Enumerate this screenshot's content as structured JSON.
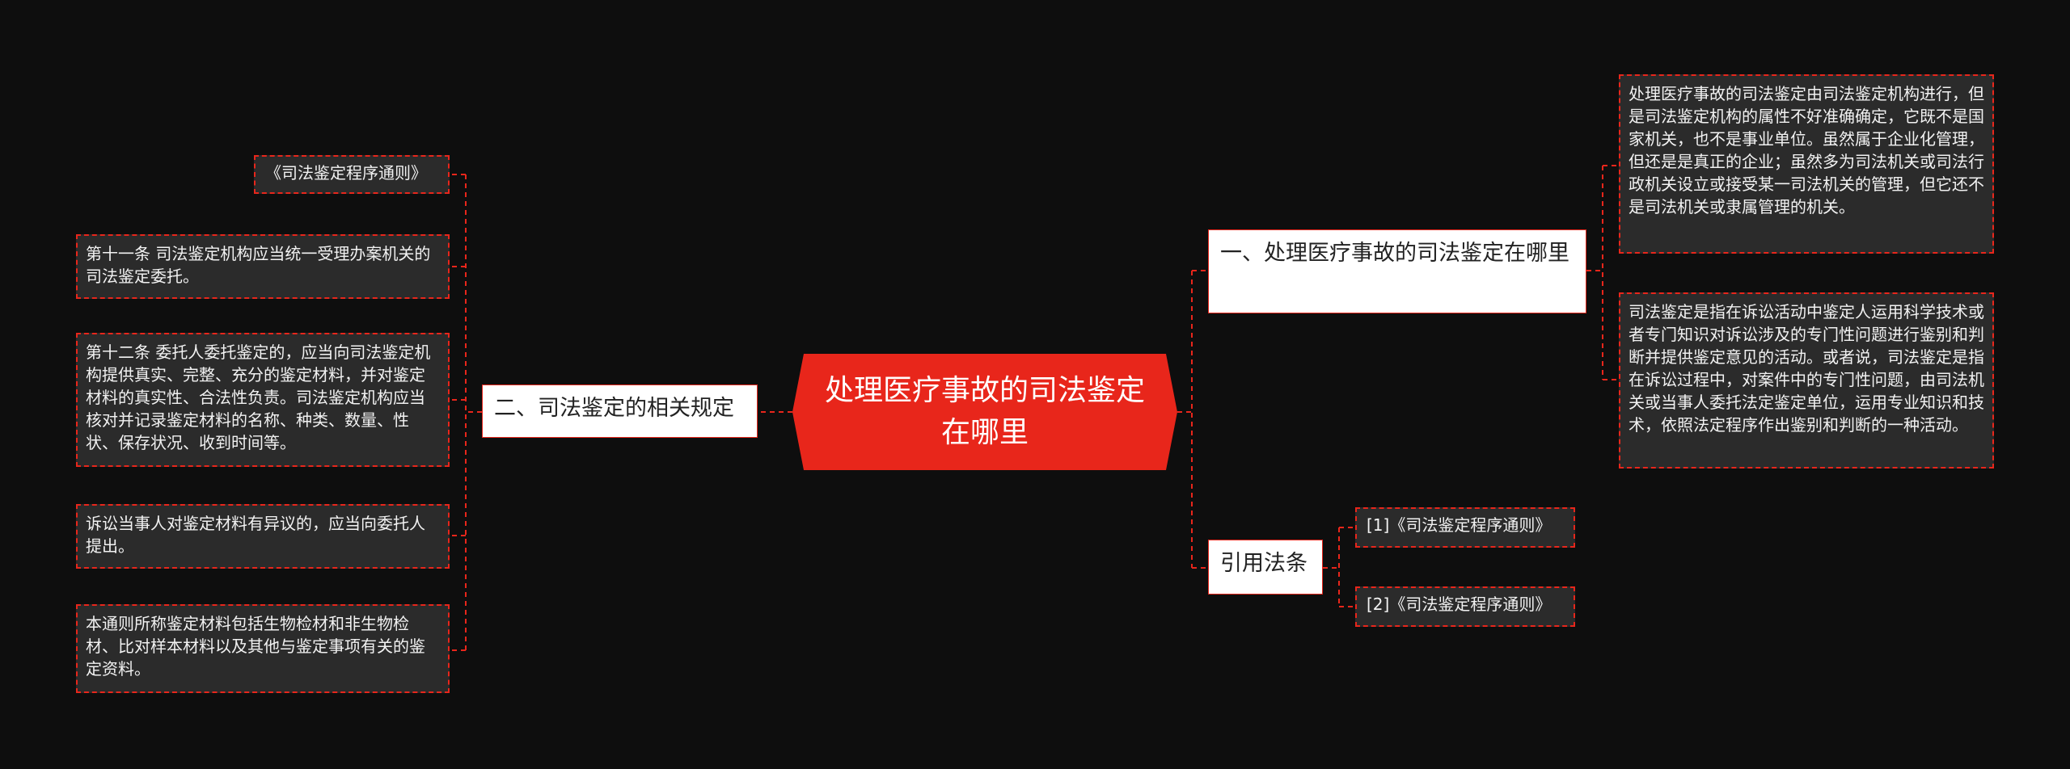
{
  "root": "处理医疗事故的司法鉴定在哪里",
  "branches": {
    "where": "一、处理医疗事故的司法鉴定在哪里",
    "rules": "二、司法鉴定的相关规定",
    "cite": "引用法条"
  },
  "leaves": {
    "where_1": "处理医疗事故的司法鉴定由司法鉴定机构进行，但是司法鉴定机构的属性不好准确确定，它既不是国家机关，也不是事业单位。虽然属于企业化管理，但还是是真正的企业；虽然多为司法机关或司法行政机关设立或接受某一司法机关的管理，但它还不是司法机关或隶属管理的机关。",
    "where_2": "司法鉴定是指在诉讼活动中鉴定人运用科学技术或者专门知识对诉讼涉及的专门性问题进行鉴别和判断并提供鉴定意见的活动。或者说，司法鉴定是指在诉讼过程中，对案件中的专门性问题，由司法机关或当事人委托法定鉴定单位，运用专业知识和技术，依照法定程序作出鉴别和判断的一种活动。",
    "rules_1": "《司法鉴定程序通则》",
    "rules_2": "第十一条 司法鉴定机构应当统一受理办案机关的司法鉴定委托。",
    "rules_3": "第十二条 委托人委托鉴定的，应当向司法鉴定机构提供真实、完整、充分的鉴定材料，并对鉴定材料的真实性、合法性负责。司法鉴定机构应当核对并记录鉴定材料的名称、种类、数量、性状、保存状况、收到时间等。",
    "rules_4": "诉讼当事人对鉴定材料有异议的，应当向委托人提出。",
    "rules_5": "本通则所称鉴定材料包括生物检材和非生物检材、比对样本材料以及其他与鉴定事项有关的鉴定资料。",
    "cite_1": "[1]《司法鉴定程序通则》",
    "cite_2": "[2]《司法鉴定程序通则》"
  },
  "colors": {
    "background": "#0e0e0e",
    "accent": "#e8261b",
    "leaf_fill": "#2b2b2b",
    "branch_fill": "#ffffff"
  }
}
